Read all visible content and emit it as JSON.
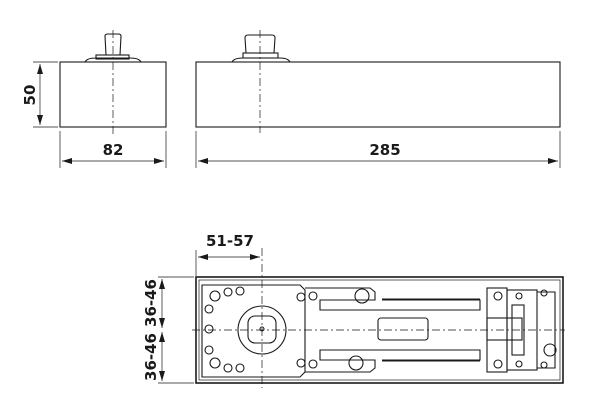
{
  "drawing": {
    "front_view": {
      "height_label": "50",
      "width_label": "82"
    },
    "side_view": {
      "length_label": "285"
    },
    "plan_view": {
      "spindle_offset_label": "51-57",
      "upper_half_label": "36-46",
      "lower_half_label": "36-46"
    }
  }
}
